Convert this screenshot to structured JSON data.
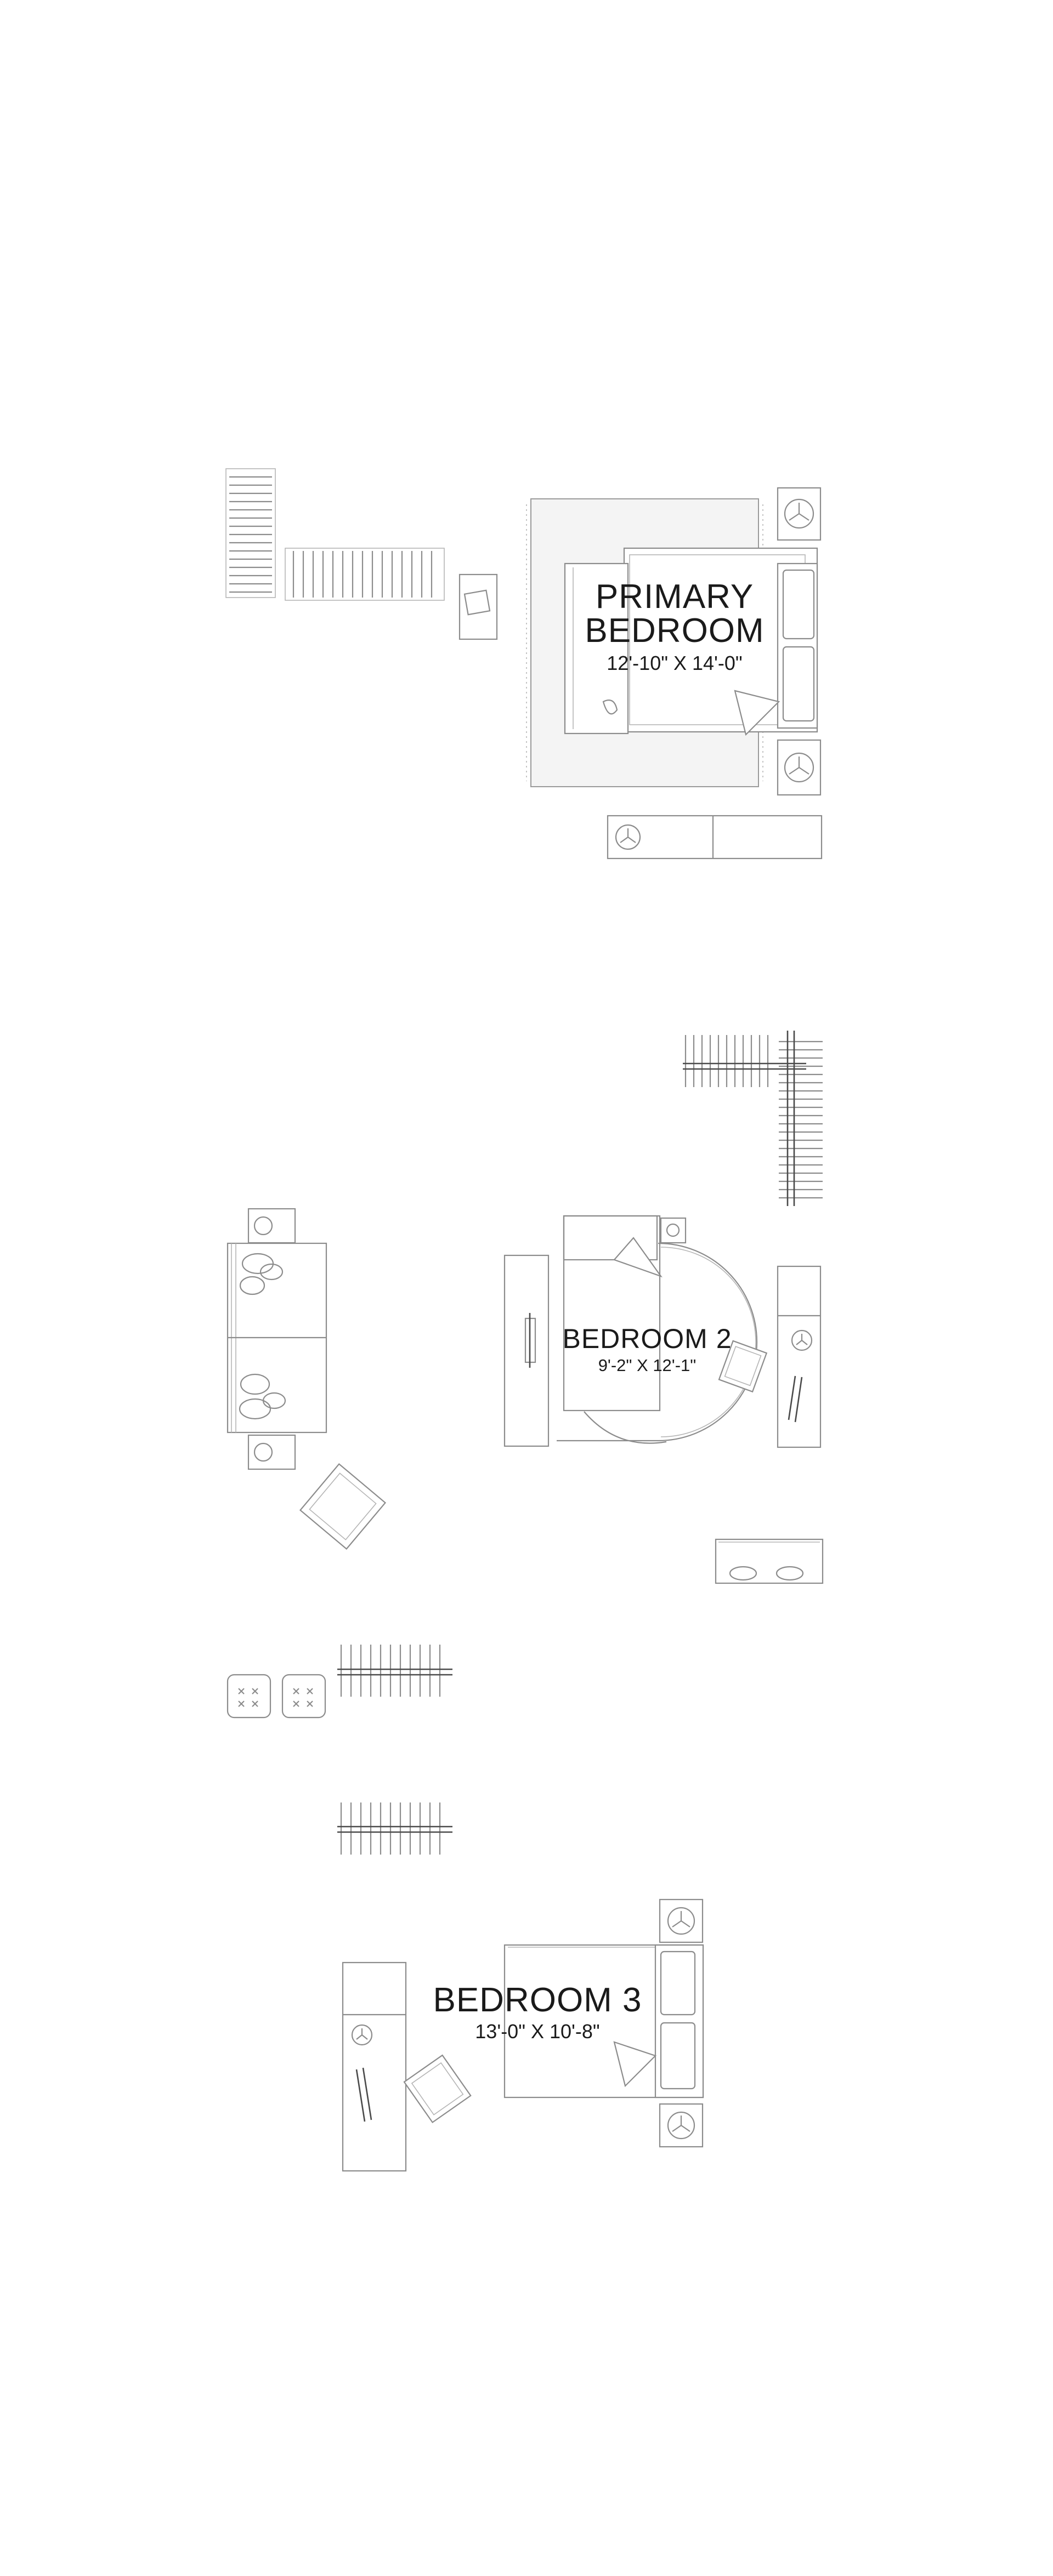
{
  "rooms": {
    "primary": {
      "name_line1": "PRIMARY",
      "name_line2": "BEDROOM",
      "dimensions": "12'-10\" X 14'-0\""
    },
    "bedroom2": {
      "name": "BEDROOM 2",
      "dimensions": "9'-2\" X 12'-1\""
    },
    "bedroom3": {
      "name": "BEDROOM 3",
      "dimensions": "13'-0\" X 10'-8\""
    }
  },
  "colors": {
    "line": "#8c8c8c",
    "light_line": "#b5b5b5",
    "dark_line": "#4a4a4a",
    "background": "#ffffff"
  }
}
